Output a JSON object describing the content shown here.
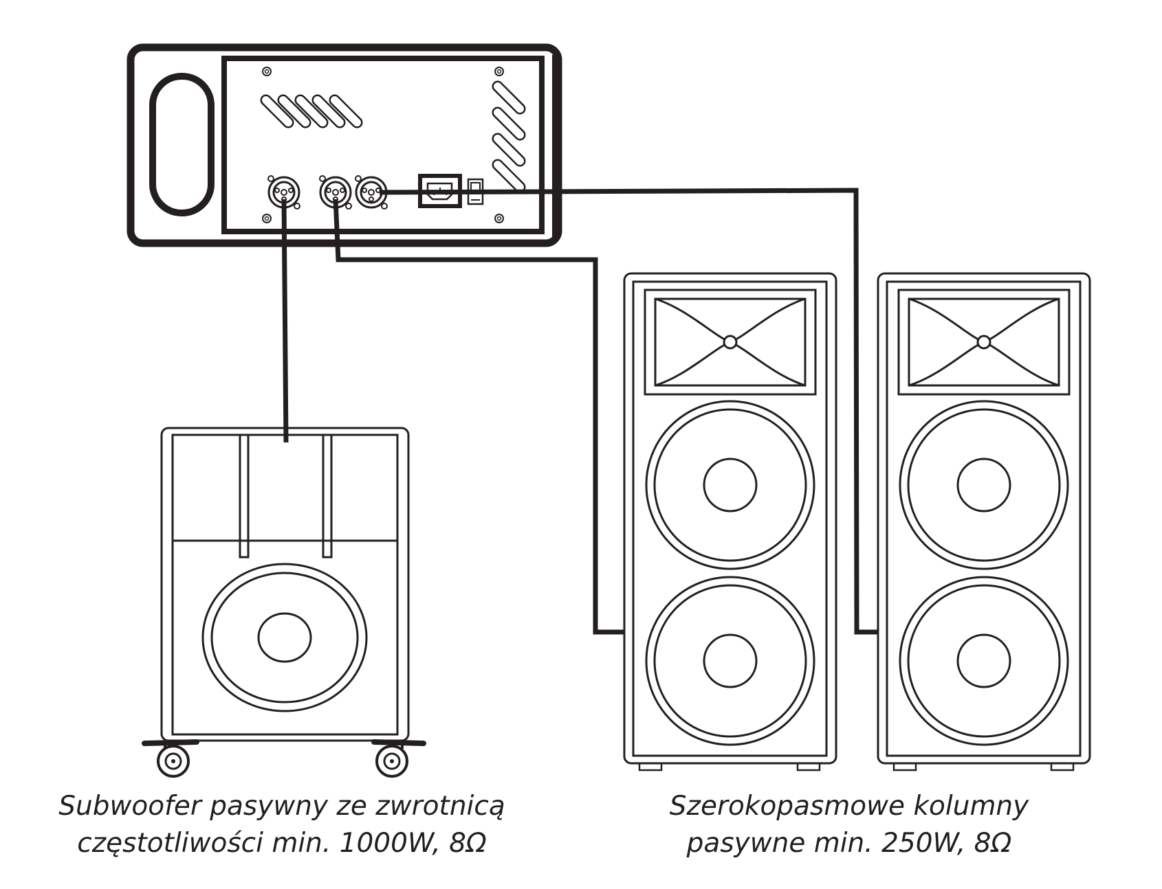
{
  "captions": {
    "subwoofer": {
      "line1": "Subwoofer pasywny ze zwrotnicą",
      "line2": "częstotliwości min.  1000W, 8Ω"
    },
    "fullrange": {
      "line1": "Szerokopasmowe kolumny",
      "line2": "pasywne min. 250W, 8Ω"
    }
  },
  "colors": {
    "line": "#231f20",
    "background": "#ffffff"
  }
}
